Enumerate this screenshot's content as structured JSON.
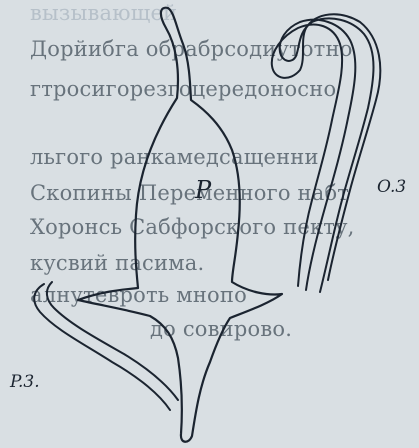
{
  "labels": {
    "body": "P",
    "right_process": "O.3",
    "left_process": "P.3."
  },
  "background_text": [
    "вызывающей",
    "Дорйибга обрабрсодиутотно",
    "гтросигорезгоцередоносно",
    "льгого ранкамедсащенни",
    "Скопины Переменного набт",
    "Хоронсь Сабфорского пекту,",
    "кусвий пасима.",
    "алнутевроть мнопо",
    "до совирово."
  ],
  "colors": {
    "paper": "#d9dfe3",
    "ink": "#1b2430",
    "bleed_text": "#3d4a55"
  }
}
